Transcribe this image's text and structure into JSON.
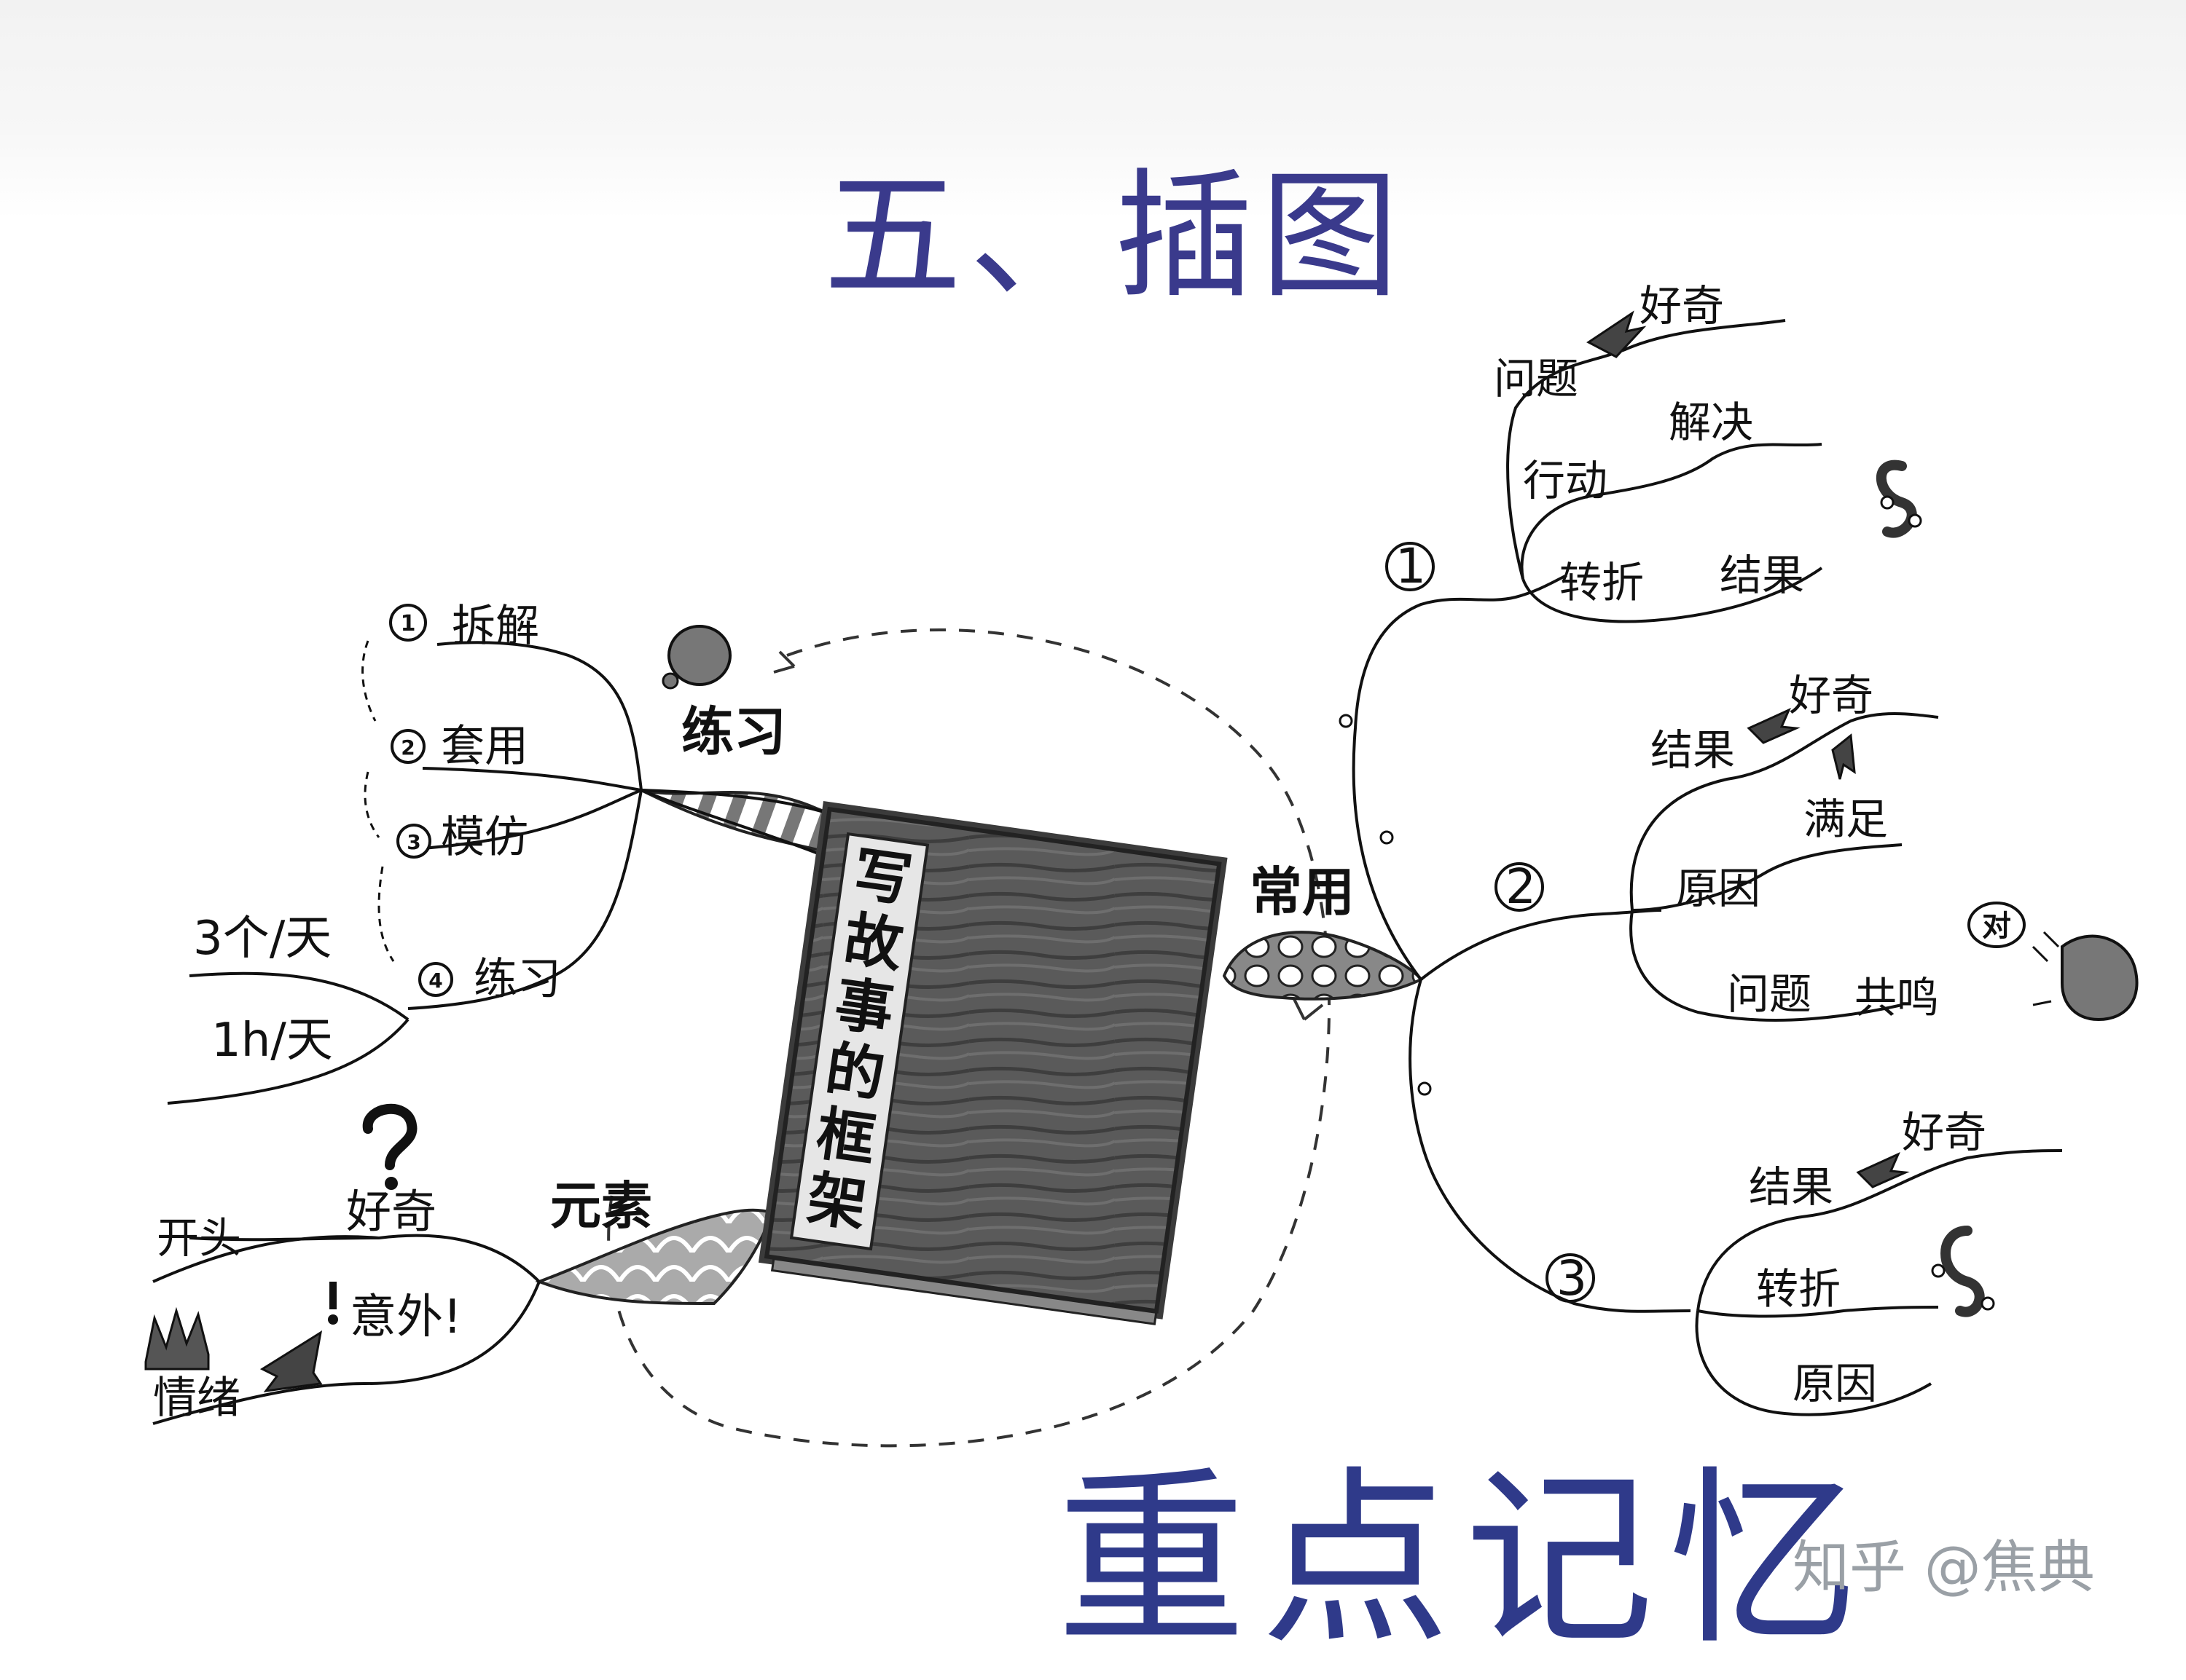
{
  "title": "五、插图",
  "footer_title": "重点记忆",
  "watermark": "知乎 @焦典",
  "book": {
    "title_chars": [
      "写",
      "故",
      "事",
      "的",
      "框",
      "架"
    ]
  },
  "branches": {
    "practice": {
      "label": "练习",
      "steps": [
        {
          "num": "1",
          "label": "拆解"
        },
        {
          "num": "2",
          "label": "套用"
        },
        {
          "num": "3",
          "label": "模仿"
        },
        {
          "num": "4",
          "label": "练习"
        }
      ],
      "frequency": [
        "3个/天",
        "1h/天"
      ]
    },
    "elements": {
      "label": "元素",
      "items": [
        "开头",
        "好奇",
        "意外!",
        "情绪"
      ]
    },
    "common": {
      "label": "常用",
      "structures": [
        {
          "num": "1",
          "items": [
            "问题",
            "好奇",
            "行动",
            "解决",
            "转折",
            "结果"
          ]
        },
        {
          "num": "2",
          "items": [
            "结果",
            "好奇",
            "满足",
            "原因",
            "问题",
            "共鸣"
          ],
          "bubble": "对"
        },
        {
          "num": "3",
          "items": [
            "结果",
            "好奇",
            "转折",
            "原因"
          ]
        }
      ]
    }
  },
  "colors": {
    "ink": "#111111",
    "title": "#3a3a8c",
    "book": "#555555",
    "watermark": "#9aa0a6"
  },
  "icons": [
    "thought-bubble-icon",
    "question-mark-icon",
    "exclamation-icon",
    "grass-icon",
    "arrow-icon",
    "swirl-icon",
    "face-icon"
  ]
}
